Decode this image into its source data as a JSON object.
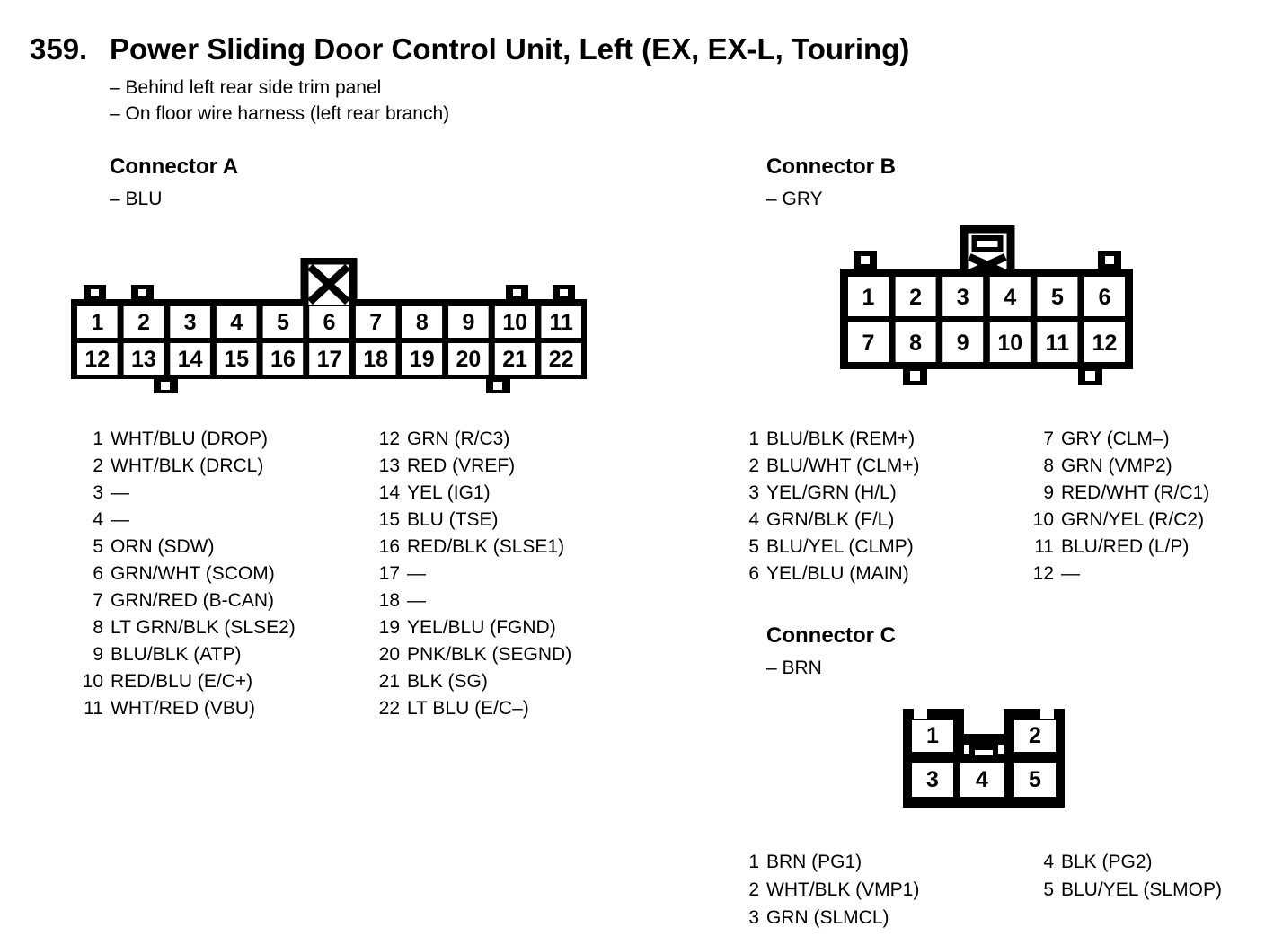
{
  "page": {
    "section_number": "359.",
    "title": "Power Sliding Door Control Unit, Left (EX, EX-L, Touring)",
    "notes": [
      "– Behind left rear side trim panel",
      "– On floor wire harness (left rear branch)"
    ]
  },
  "connectors": {
    "a": {
      "heading": "Connector A",
      "color_label": "– BLU",
      "cells_top": [
        "1",
        "2",
        "3",
        "4",
        "5",
        "6",
        "7",
        "8",
        "9",
        "10",
        "11"
      ],
      "cells_bottom": [
        "12",
        "13",
        "14",
        "15",
        "16",
        "17",
        "18",
        "19",
        "20",
        "21",
        "22"
      ],
      "pins_left": [
        {
          "n": "1",
          "label": "WHT/BLU (DROP)"
        },
        {
          "n": "2",
          "label": "WHT/BLK (DRCL)"
        },
        {
          "n": "3",
          "label": "—"
        },
        {
          "n": "4",
          "label": "—"
        },
        {
          "n": "5",
          "label": "ORN (SDW)"
        },
        {
          "n": "6",
          "label": "GRN/WHT (SCOM)"
        },
        {
          "n": "7",
          "label": "GRN/RED (B-CAN)"
        },
        {
          "n": "8",
          "label": "LT GRN/BLK (SLSE2)"
        },
        {
          "n": "9",
          "label": "BLU/BLK (ATP)"
        },
        {
          "n": "10",
          "label": "RED/BLU (E/C+)"
        },
        {
          "n": "11",
          "label": "WHT/RED (VBU)"
        }
      ],
      "pins_right": [
        {
          "n": "12",
          "label": "GRN (R/C3)"
        },
        {
          "n": "13",
          "label": "RED (VREF)"
        },
        {
          "n": "14",
          "label": "YEL (IG1)"
        },
        {
          "n": "15",
          "label": "BLU (TSE)"
        },
        {
          "n": "16",
          "label": "RED/BLK (SLSE1)"
        },
        {
          "n": "17",
          "label": "—"
        },
        {
          "n": "18",
          "label": "—"
        },
        {
          "n": "19",
          "label": "YEL/BLU (FGND)"
        },
        {
          "n": "20",
          "label": "PNK/BLK (SEGND)"
        },
        {
          "n": "21",
          "label": "BLK (SG)"
        },
        {
          "n": "22",
          "label": "LT BLU (E/C–)"
        }
      ]
    },
    "b": {
      "heading": "Connector B",
      "color_label": "– GRY",
      "cells_top": [
        "1",
        "2",
        "3",
        "4",
        "5",
        "6"
      ],
      "cells_bottom": [
        "7",
        "8",
        "9",
        "10",
        "11",
        "12"
      ],
      "pins_left": [
        {
          "n": "1",
          "label": "BLU/BLK (REM+)"
        },
        {
          "n": "2",
          "label": "BLU/WHT (CLM+)"
        },
        {
          "n": "3",
          "label": "YEL/GRN (H/L)"
        },
        {
          "n": "4",
          "label": "GRN/BLK (F/L)"
        },
        {
          "n": "5",
          "label": "BLU/YEL (CLMP)"
        },
        {
          "n": "6",
          "label": "YEL/BLU (MAIN)"
        }
      ],
      "pins_right": [
        {
          "n": "7",
          "label": "GRY (CLM–)"
        },
        {
          "n": "8",
          "label": "GRN (VMP2)"
        },
        {
          "n": "9",
          "label": "RED/WHT (R/C1)"
        },
        {
          "n": "10",
          "label": "GRN/YEL (R/C2)"
        },
        {
          "n": "11",
          "label": "BLU/RED (L/P)"
        },
        {
          "n": "12",
          "label": "—"
        }
      ]
    },
    "c": {
      "heading": "Connector C",
      "color_label": "– BRN",
      "cells_top": [
        "1",
        "2"
      ],
      "cells_bottom": [
        "3",
        "4",
        "5"
      ],
      "pins_left": [
        {
          "n": "1",
          "label": "BRN (PG1)"
        },
        {
          "n": "2",
          "label": "WHT/BLK (VMP1)"
        },
        {
          "n": "3",
          "label": "GRN (SLMCL)"
        }
      ],
      "pins_right": [
        {
          "n": "4",
          "label": "BLK (PG2)"
        },
        {
          "n": "5",
          "label": "BLU/YEL (SLMOP)"
        }
      ]
    }
  }
}
